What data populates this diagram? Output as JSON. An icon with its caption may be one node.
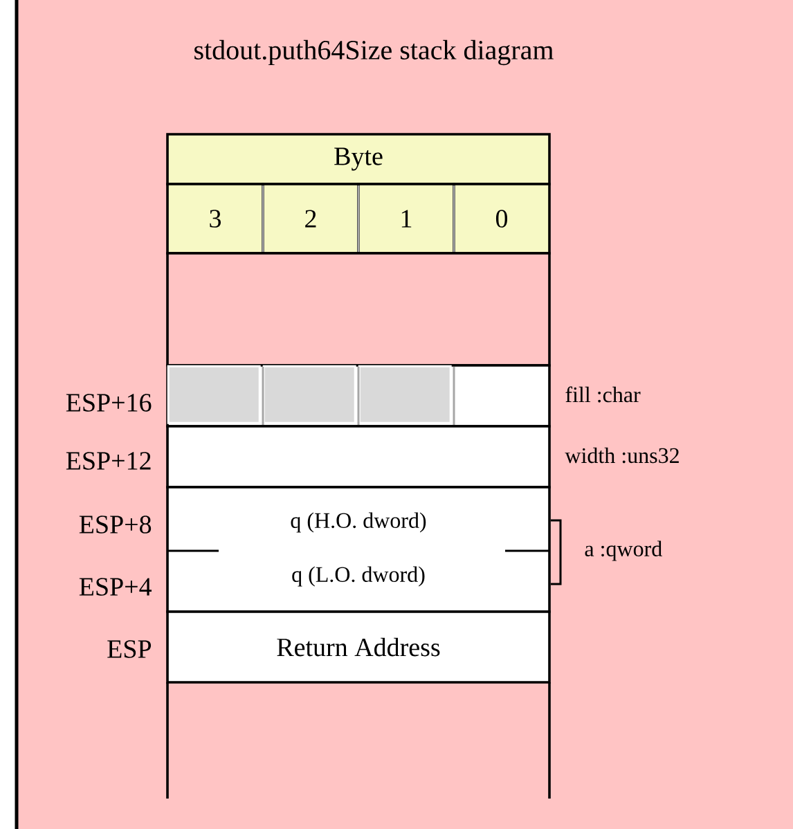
{
  "diagram": {
    "title": "stdout.puth64Size stack diagram",
    "nodes": [
      {
        "text": [
          "Byte"
        ]
      },
      {
        "text": [
          "3"
        ]
      },
      {
        "text": [
          "2"
        ]
      },
      {
        "text": [
          "1"
        ]
      },
      {
        "text": [
          "0"
        ]
      },
      {
        "text": [],
        "shape": "box"
      },
      {
        "text": [],
        "shape": "box",
        "beside": [
          "ESP+16",
          "fill :char"
        ]
      },
      {
        "text": [],
        "shape": "box",
        "in": 6
      },
      {
        "text": [],
        "shape": "box",
        "in": 6
      },
      {
        "text": [],
        "shape": "box",
        "in": 6
      },
      {
        "text": [],
        "shape": "box",
        "beside": [
          "ESP+12",
          "width :uns32"
        ]
      },
      {
        "text": [
          "q (H.O. dword)",
          "q (L.O. dword)"
        ],
        "beside": [
          "ESP+8",
          "ESP+4"
        ]
      },
      {
        "text": [
          "Return Address"
        ],
        "beside": [
          "ESP"
        ]
      }
    ],
    "labels": [
      "a :qword"
    ]
  }
}
